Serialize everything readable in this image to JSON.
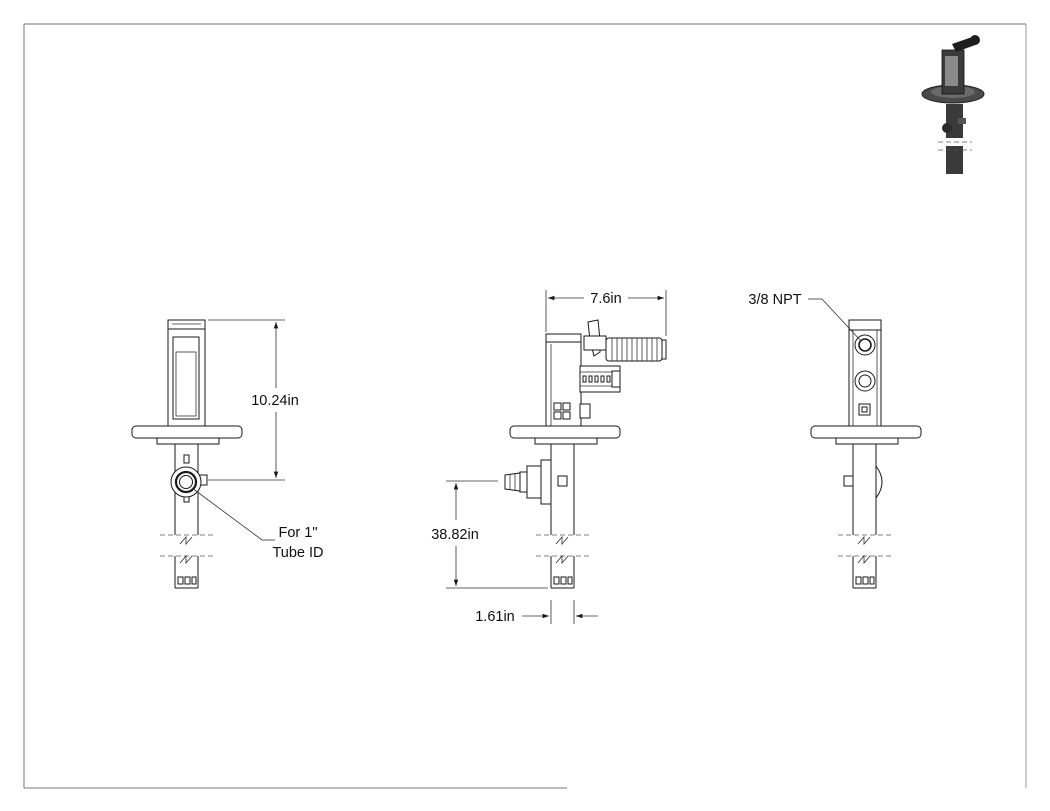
{
  "drawing": {
    "dimensions": {
      "height_top": "10.24in",
      "width_handle": "7.6in",
      "length_total": "38.82in",
      "tube_width": "1.61in"
    },
    "callouts": {
      "tube_line1": "For 1\"",
      "tube_line2": "Tube ID",
      "port": "3/8 NPT"
    }
  },
  "colors": {
    "line": "#1a1a1a",
    "border": "#777777",
    "iso_dark": "#2b2b2b"
  }
}
